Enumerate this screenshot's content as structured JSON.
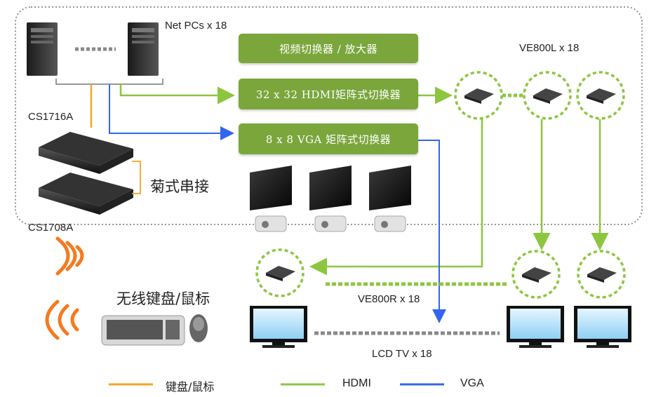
{
  "labels": {
    "net_pcs": "Net PCs x 18",
    "cs1716a": "CS1716A",
    "cs1708a": "CS1708A",
    "daisy_chain": "菊式串接",
    "wireless": "无线键盘/鼠标",
    "ve800l": "VE800L x 18",
    "ve800r": "VE800R x 18",
    "lcd_tv": "LCD TV x 18"
  },
  "boxes": {
    "video_switch": "视频切换器 / 放大器",
    "hdmi_matrix": "32 x 32 HDMI矩阵式切换器",
    "vga_matrix": "8 x 8 VGA  矩阵式切换器"
  },
  "legend": {
    "keyboard_mouse": "键盘/鼠标",
    "hdmi": "HDMI",
    "vga": "VGA"
  },
  "colors": {
    "keyboard_mouse": "#f5a623",
    "hdmi": "#8cc63f",
    "vga": "#3366ee",
    "box_green": "#7aa63c"
  }
}
